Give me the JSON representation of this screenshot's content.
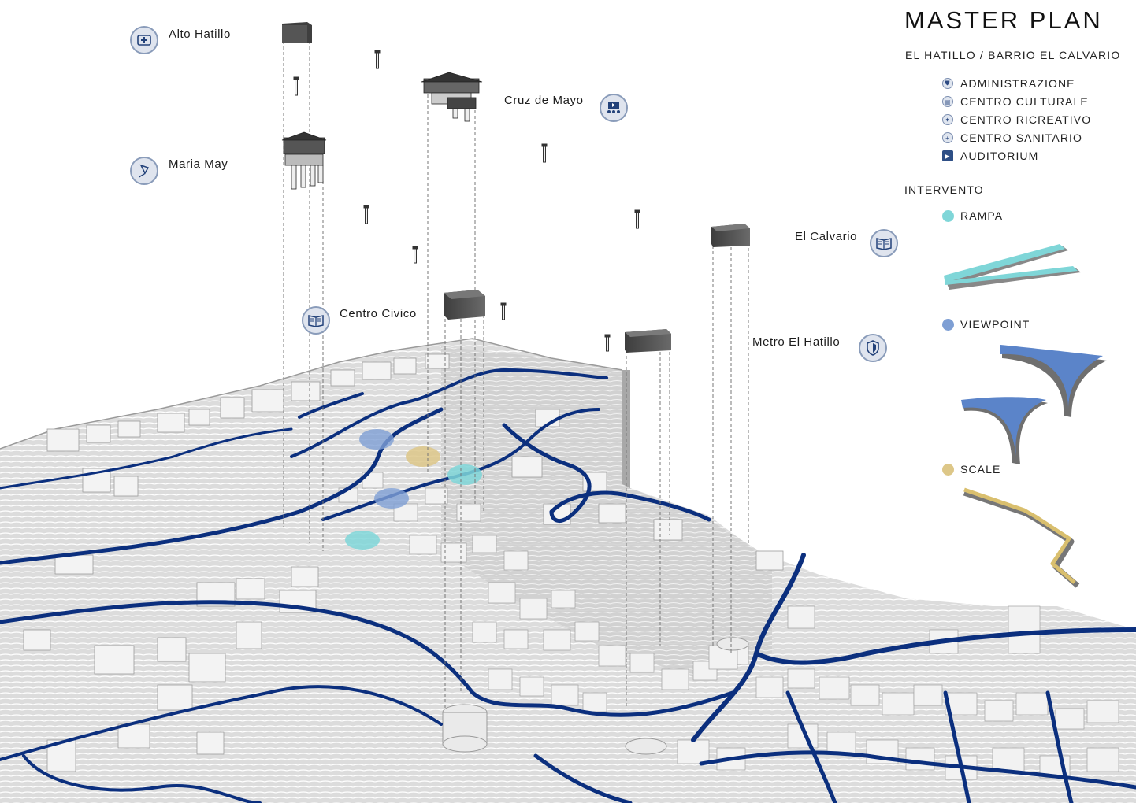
{
  "title": "MASTER PLAN",
  "subtitle": "EL HATILLO / BARRIO EL CALVARIO",
  "legend": [
    {
      "label": "ADMINISTRAZIONE",
      "icon": "shield-icon"
    },
    {
      "label": "CENTRO CULTURALE",
      "icon": "book-icon"
    },
    {
      "label": "CENTRO RICREATIVO",
      "icon": "kite-icon"
    },
    {
      "label": "CENTRO SANITARIO",
      "icon": "medical-cross-icon"
    },
    {
      "label": "AUDITORIUM",
      "icon": "auditorium-icon"
    }
  ],
  "intervento": {
    "label": "INTERVENTO",
    "items": [
      {
        "label": "RAMPA",
        "color": "#7fd6d8"
      },
      {
        "label": "VIEWPOINT",
        "color": "#7e9fd4"
      },
      {
        "label": "SCALE",
        "color": "#ddc788"
      }
    ]
  },
  "places": {
    "alto_hatillo": "Alto Hatillo",
    "maria_may": "Maria May",
    "cruz_de_mayo": "Cruz de Mayo",
    "el_calvario": "El Calvario",
    "centro_civico": "Centro Civico",
    "metro_el_hatillo": "Metro El Hatillo"
  },
  "colors": {
    "road": "#0b2f7e",
    "terrain": "#d9d9d9",
    "building": "#eeeeee",
    "box": "#4b4b4b",
    "icon_ring": "#8a9cba",
    "icon_fill": "#dfe4ee"
  }
}
